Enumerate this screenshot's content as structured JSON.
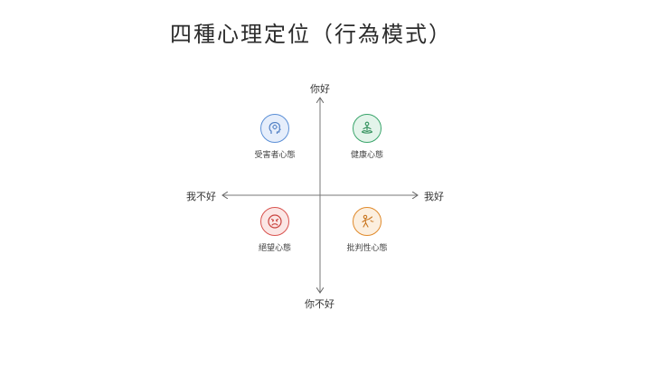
{
  "title": "四種心理定位（行為模式）",
  "axes": {
    "top": "你好",
    "bottom": "你不好",
    "left": "我不好",
    "right": "我好"
  },
  "quadrants": {
    "top_left": {
      "label": "受害者心態",
      "icon": "head-gear-icon",
      "color": "#5b8fd6",
      "bg": "#e6eefb"
    },
    "top_right": {
      "label": "健康心態",
      "icon": "meditation-icon",
      "color": "#3aa56b",
      "bg": "#e3f4ea"
    },
    "bottom_left": {
      "label": "絕望心態",
      "icon": "sad-face-icon",
      "color": "#d9534f",
      "bg": "#fbe6e5"
    },
    "bottom_right": {
      "label": "批判性心態",
      "icon": "pointing-person-icon",
      "color": "#e08a2b",
      "bg": "#fcefdf"
    }
  }
}
